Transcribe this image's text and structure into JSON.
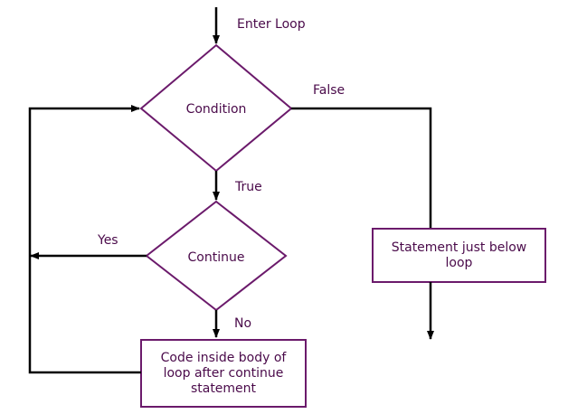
{
  "colors": {
    "shape_stroke": "#6b1a6b",
    "text": "#4a0a4a",
    "line": "#000000"
  },
  "labels": {
    "enter_loop": "Enter Loop",
    "false": "False",
    "true": "True",
    "yes": "Yes",
    "no": "No"
  },
  "nodes": {
    "condition": "Condition",
    "continue": "Continue",
    "below_loop": "Statement just below loop",
    "body_after_continue": "Code inside body of loop after continue statement"
  }
}
